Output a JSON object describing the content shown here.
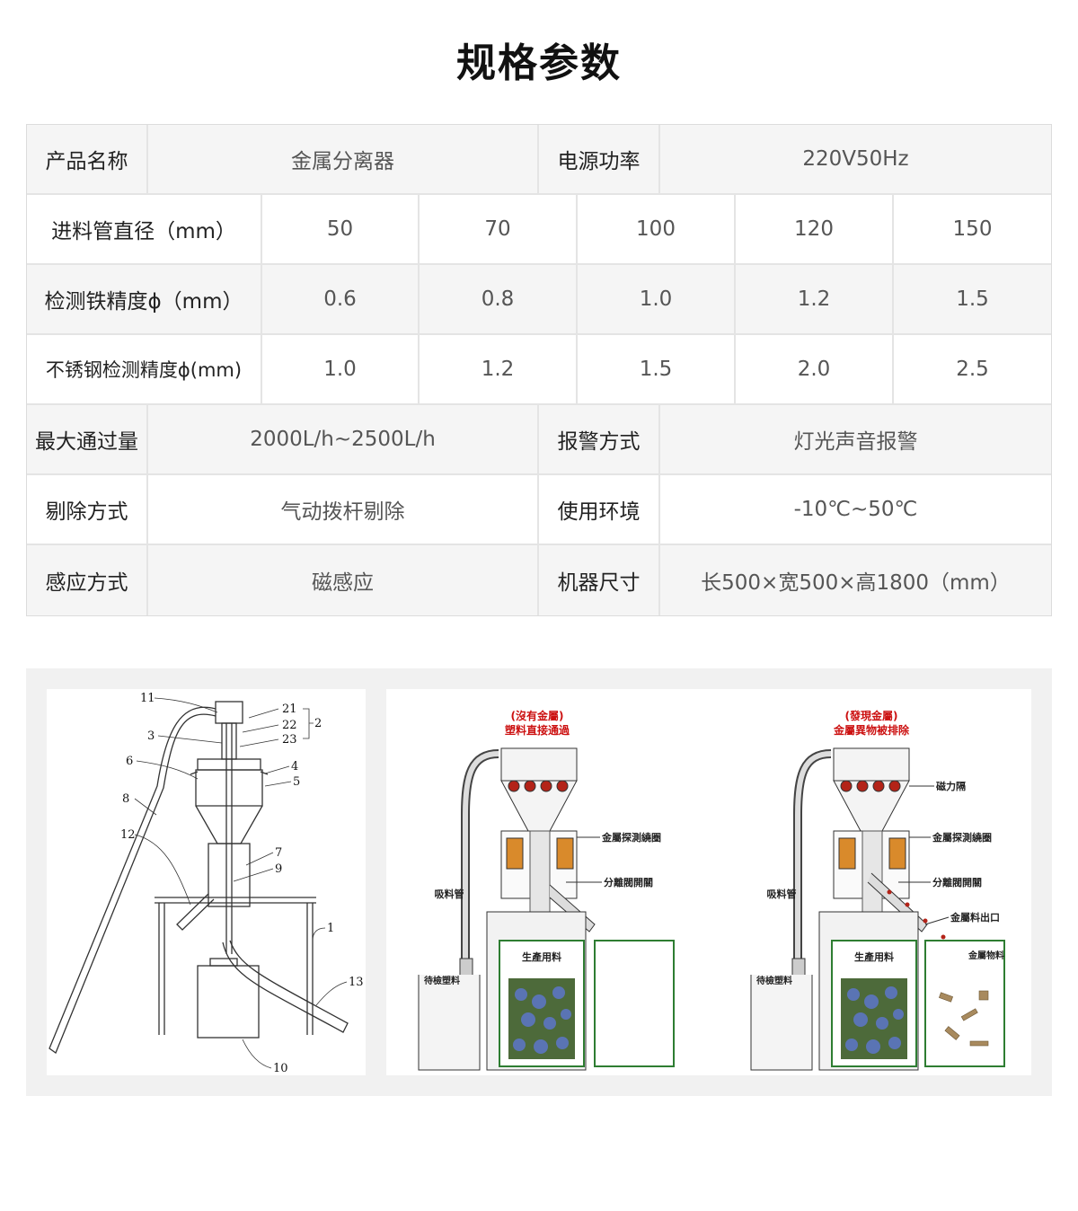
{
  "page": {
    "title": "规格参数"
  },
  "spec": {
    "product_name_label": "产品名称",
    "product_name_value": "金属分离器",
    "power_label": "电源功率",
    "power_value": "220V50Hz",
    "pipe_label": "进料管直径（mm）",
    "pipe_values": [
      "50",
      "70",
      "100",
      "120",
      "150"
    ],
    "iron_label": "检测铁精度ϕ（mm）",
    "iron_values": [
      "0.6",
      "0.8",
      "1.0",
      "1.2",
      "1.5"
    ],
    "ss_label": "不锈钢检测精度ϕ(mm)",
    "ss_values": [
      "1.0",
      "1.2",
      "1.5",
      "2.0",
      "2.5"
    ],
    "flow_label": "最大通过量",
    "flow_value": "2000L/h~2500L/h",
    "alarm_label": "报警方式",
    "alarm_value": "灯光声音报警",
    "reject_label": "剔除方式",
    "reject_value": "气动拨杆剔除",
    "env_label": "使用环境",
    "env_value": "-10℃~50℃",
    "sense_label": "感应方式",
    "sense_value": "磁感应",
    "size_label": "机器尺寸",
    "size_value": "长500×宽500×高1800（mm）"
  },
  "figure_left": {
    "labels": [
      "11",
      "21",
      "22",
      "23",
      "2",
      "3",
      "6",
      "4",
      "5",
      "8",
      "12",
      "7",
      "9",
      "1",
      "13",
      "10"
    ]
  },
  "figure_right": {
    "left_machine": {
      "caption_1": "(沒有金屬)",
      "caption_2": "塑料直接通過",
      "coil_label": "金屬探測繞圈",
      "valve_label": "分離閥開關",
      "suction_label": "吸料管",
      "waiting_label": "待檢塑料",
      "production_label": "生產用料"
    },
    "right_machine": {
      "caption_1": "(發現金屬)",
      "caption_2": "金屬異物被排除",
      "magnet_label": "磁力隔",
      "coil_label": "金屬探測繞圈",
      "valve_label": "分離閥開關",
      "outlet_label": "金屬料出口",
      "suction_label": "吸料管",
      "waiting_label": "待檢塑料",
      "production_label": "生產用料",
      "metal_label": "金屬物料"
    },
    "colors": {
      "caption_red": "#cc1111",
      "coil_orange": "#d98a2b",
      "box_green": "#2e7d32"
    }
  }
}
